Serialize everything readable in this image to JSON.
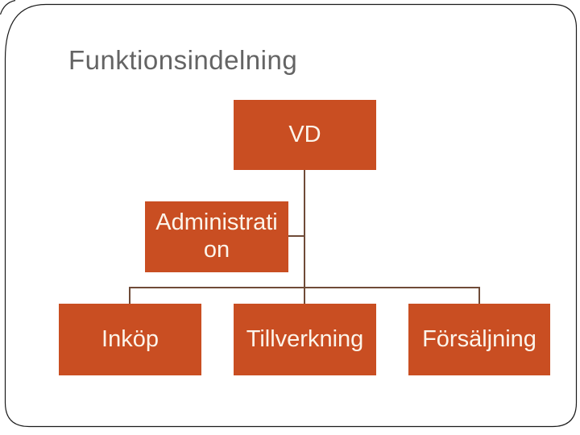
{
  "slide": {
    "title": "Funktionsindelning",
    "colors": {
      "title_text": "#646464",
      "background": "#FFFFFF",
      "frame_border": "#1B1B1B",
      "node_fill": "#C94E22",
      "node_text": "#FCF4EA",
      "connector": "#6F4B38"
    }
  },
  "diagram": {
    "type": "org-chart",
    "nodes": [
      {
        "id": "vd",
        "label": "VD",
        "level": 1
      },
      {
        "id": "administration",
        "label": "Administrati\non",
        "level": 2,
        "attachment": "assistant"
      },
      {
        "id": "inkop",
        "label": "Inköp",
        "level": 3
      },
      {
        "id": "tillverkning",
        "label": "Tillverkning",
        "level": 3
      },
      {
        "id": "forsaljning",
        "label": "Försäljning",
        "level": 3
      }
    ],
    "edges": [
      {
        "from": "vd",
        "to": "administration"
      },
      {
        "from": "vd",
        "to": "inkop"
      },
      {
        "from": "vd",
        "to": "tillverkning"
      },
      {
        "from": "vd",
        "to": "forsaljning"
      }
    ]
  }
}
